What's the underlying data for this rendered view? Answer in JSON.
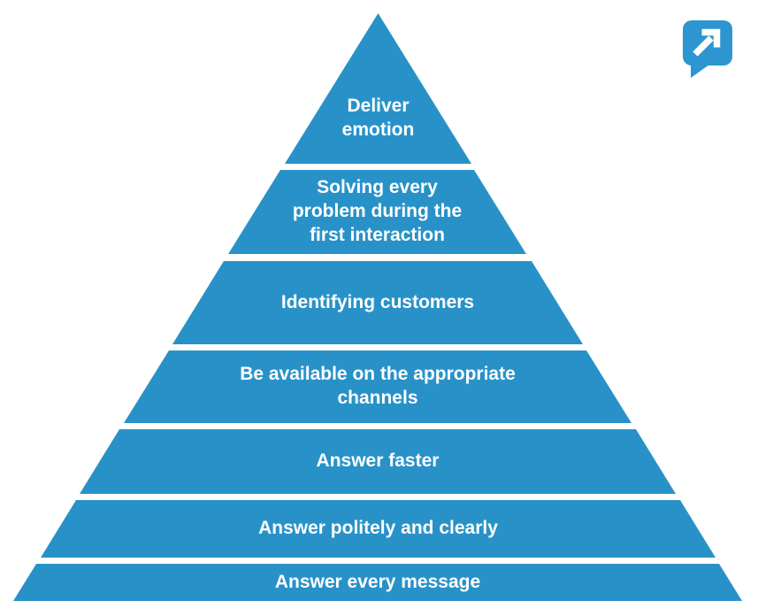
{
  "page": {
    "background_color": "#ffffff"
  },
  "colors": {
    "pyramid_blue": "#2892C8",
    "pyramid_text": "#ffffff",
    "divider_white": "#ffffff",
    "logo_blue": "#2D96D1",
    "logo_arrow": "#ffffff"
  },
  "logo": {
    "icon": "speech-bubble-with-arrow-up-right"
  },
  "pyramid": {
    "type": "pyramid-diagram",
    "level_count": 7,
    "levels": [
      {
        "rank": 1,
        "label": "Deliver\nemotion"
      },
      {
        "rank": 2,
        "label": "Solving every\nproblem during the\nfirst interaction"
      },
      {
        "rank": 3,
        "label": "Identifying customers"
      },
      {
        "rank": 4,
        "label": "Be available on the appropriate\nchannels"
      },
      {
        "rank": 5,
        "label": "Answer faster"
      },
      {
        "rank": 6,
        "label": "Answer politely and clearly"
      },
      {
        "rank": 7,
        "label": "Answer every message"
      }
    ]
  }
}
